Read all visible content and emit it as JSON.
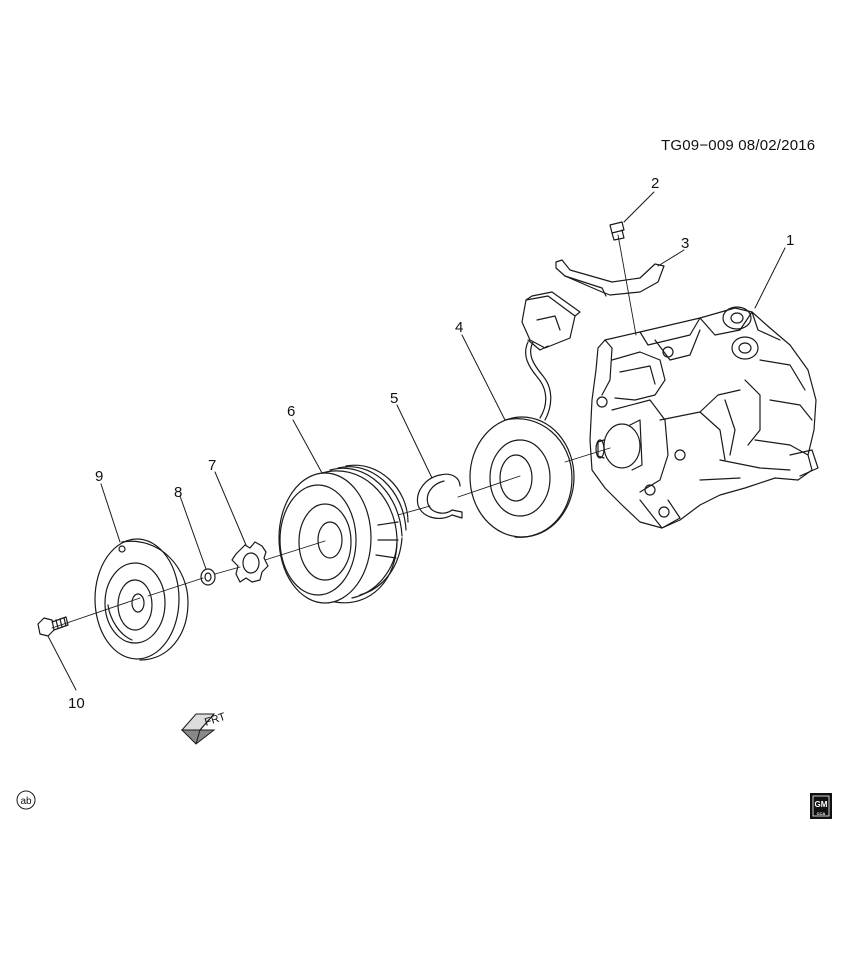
{
  "reference_code": "TG09−009  08/02/2016",
  "callouts": [
    {
      "id": "1",
      "label": "1"
    },
    {
      "id": "2",
      "label": "2"
    },
    {
      "id": "3",
      "label": "3"
    },
    {
      "id": "4",
      "label": "4"
    },
    {
      "id": "5",
      "label": "5"
    },
    {
      "id": "6",
      "label": "6"
    },
    {
      "id": "7",
      "label": "7"
    },
    {
      "id": "8",
      "label": "8"
    },
    {
      "id": "9",
      "label": "9"
    },
    {
      "id": "10",
      "label": "10"
    }
  ],
  "front_indicator": "FRT",
  "badge_ab": "ab",
  "logo": {
    "brand": "GM",
    "sub": "CCA"
  }
}
